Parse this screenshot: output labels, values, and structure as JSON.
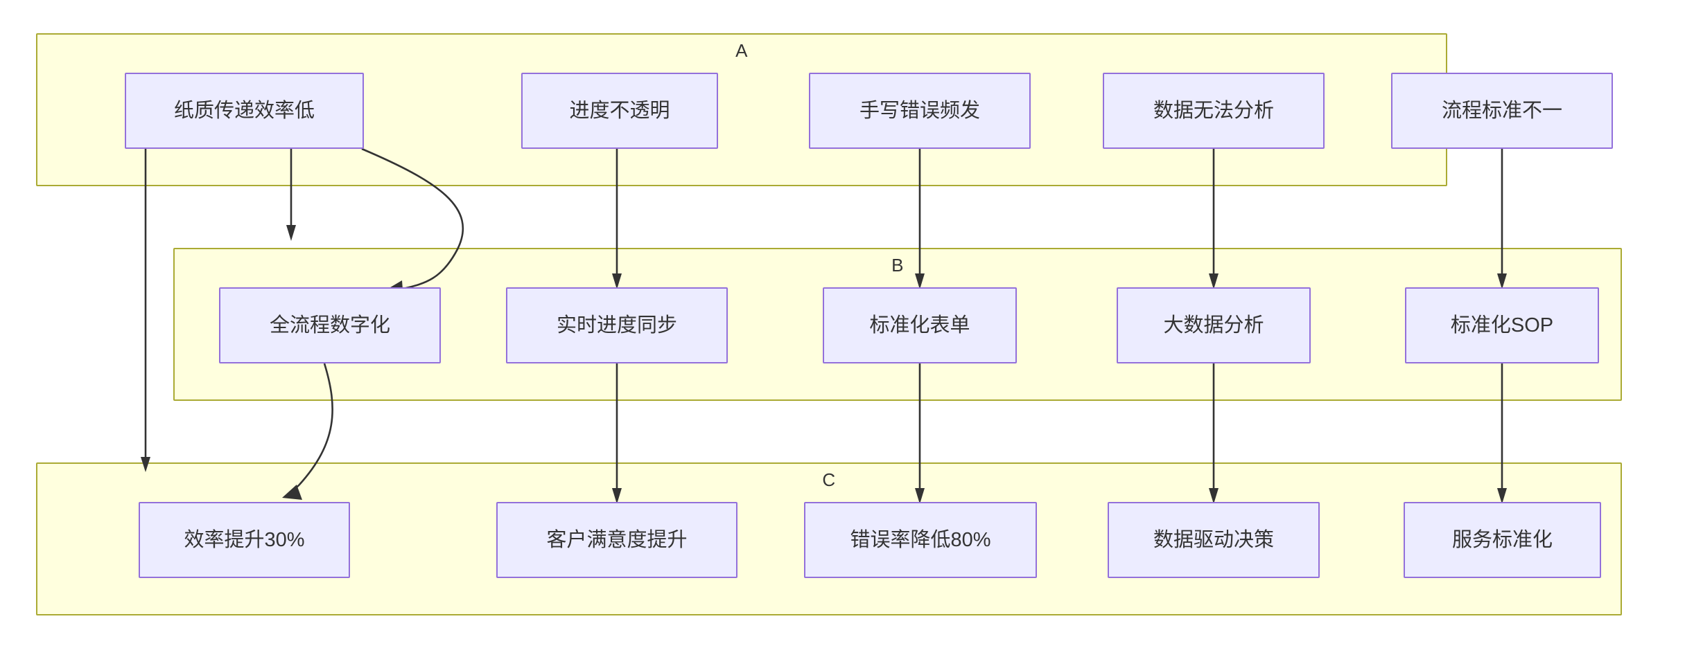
{
  "diagram": {
    "title": "",
    "type": "flowchart",
    "direction": "top-down",
    "colors": {
      "subgraph_fill": "#ffffde",
      "subgraph_stroke": "#aaaa33",
      "node_fill": "#ececff",
      "node_stroke": "#9370db",
      "edge_stroke": "#333333",
      "text": "#333333"
    }
  },
  "subgraphs": [
    {
      "id": "A",
      "label": "A"
    },
    {
      "id": "B",
      "label": "B"
    },
    {
      "id": "C",
      "label": "C"
    }
  ],
  "nodes": {
    "a1": {
      "label": "纸质传递效率低"
    },
    "a2": {
      "label": "进度不透明"
    },
    "a3": {
      "label": "手写错误频发"
    },
    "a4": {
      "label": "数据无法分析"
    },
    "a5": {
      "label": "流程标准不一"
    },
    "b1": {
      "label": "全流程数字化"
    },
    "b2": {
      "label": "实时进度同步"
    },
    "b3": {
      "label": "标准化表单"
    },
    "b4": {
      "label": "大数据分析"
    },
    "b5": {
      "label": "标准化SOP"
    },
    "c1": {
      "label": "效率提升30%"
    },
    "c2": {
      "label": "客户满意度提升"
    },
    "c3": {
      "label": "错误率降低80%"
    },
    "c4": {
      "label": "数据驱动决策"
    },
    "c5": {
      "label": "服务标准化"
    }
  },
  "edges": [
    {
      "from": "a1",
      "to": "b1"
    },
    {
      "from": "a1",
      "to": "c1"
    },
    {
      "from": "a2",
      "to": "b2"
    },
    {
      "from": "a3",
      "to": "b3"
    },
    {
      "from": "a4",
      "to": "b4"
    },
    {
      "from": "a5",
      "to": "b5"
    },
    {
      "from": "b1",
      "to": "c1"
    },
    {
      "from": "b2",
      "to": "c2"
    },
    {
      "from": "b3",
      "to": "c3"
    },
    {
      "from": "b4",
      "to": "c4"
    },
    {
      "from": "b5",
      "to": "c5"
    }
  ]
}
